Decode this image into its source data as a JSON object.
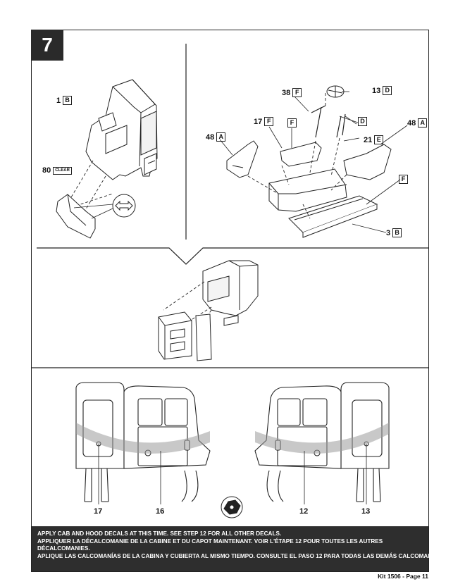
{
  "step": {
    "number": "7"
  },
  "labels": {
    "cab": {
      "num": "1",
      "letter": "B"
    },
    "window": {
      "num": "80",
      "letter": "CLEAR"
    },
    "wheel_part": {
      "num": "38",
      "letter": "F"
    },
    "wheel": {
      "num": "13",
      "letter": "D"
    },
    "pedals_letter": {
      "letter": "D"
    },
    "part17": {
      "num": "17",
      "letter": "F"
    },
    "part_f_center": {
      "letter": "F"
    },
    "seat_left": {
      "num": "48",
      "letter": "A"
    },
    "seat_right": {
      "num": "48",
      "letter": "A"
    },
    "part21": {
      "num": "21",
      "letter": "E"
    },
    "floor_f": {
      "letter": "F"
    },
    "floor": {
      "num": "3",
      "letter": "B"
    }
  },
  "decals": [
    "17",
    "16",
    "12",
    "13"
  ],
  "notice": {
    "en": "APPLY CAB AND HOOD DECALS AT THIS TIME. SEE STEP 12 FOR ALL OTHER DECALS.",
    "fr1": "APPLIQUER LA DÉCALCOMANIE DE LA CABINE ET DU CAPOT MAINTENANT. VOIR L'ÉTAPE 12 POUR TOUTES LES AUTRES",
    "fr2": "DÉCALCOMANIES.",
    "es": "APLIQUE LAS CALCOMANÍAS DE LA CABINA Y CUBIERTA AL MISMO TIEMPO. CONSULTE EL PASO 12 PARA TODAS LAS DEMÁS CALCOMANÍAS."
  },
  "footer": "Kit 1506 - Page 11"
}
